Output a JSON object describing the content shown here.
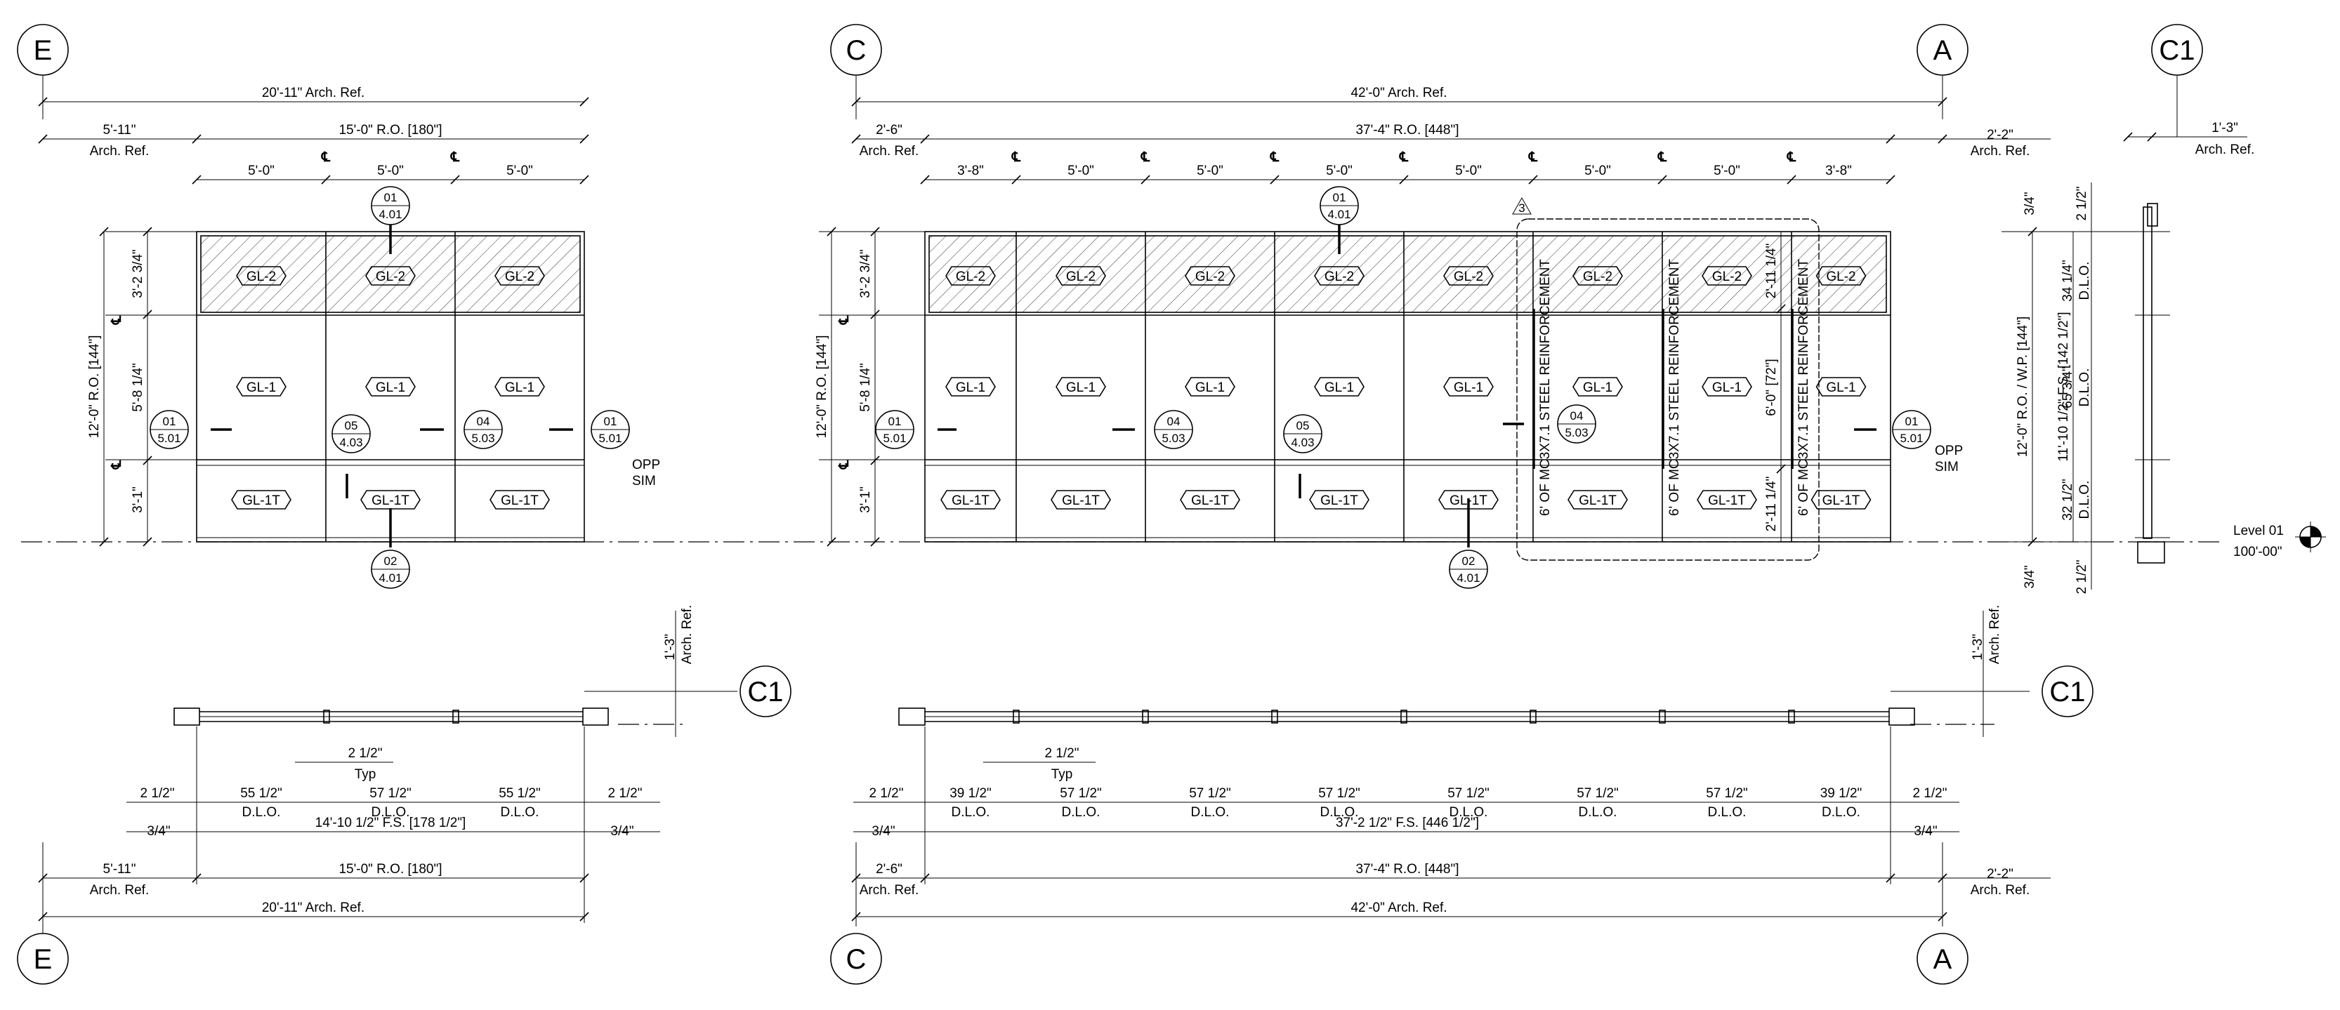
{
  "grids": {
    "E": "E",
    "C": "C",
    "A": "A",
    "C1": "C1"
  },
  "level": {
    "name": "Level 01",
    "elev": "100'-00\""
  },
  "left_elev": {
    "arch_total": "20'-11\" Arch. Ref.",
    "ro": "15'-0\" R.O. [180\"]",
    "left_ref_dim": "5'-11\"",
    "left_ref_label": "Arch. Ref.",
    "bays": [
      "5'-0\"",
      "5'-0\"",
      "5'-0\""
    ],
    "vert_total": "12'-0\" R.O. [144\"]",
    "vert_dims": [
      "3'-2 3/4\"",
      "5'-8 1/4\"",
      "3'-1\""
    ],
    "glass_top": [
      "GL-2",
      "GL-2",
      "GL-2"
    ],
    "glass_mid": [
      "GL-1",
      "GL-1",
      "GL-1"
    ],
    "glass_bot": [
      "GL-1T",
      "GL-1T",
      "GL-1T"
    ],
    "tags": {
      "t1": [
        "01",
        "4.01"
      ],
      "t2": [
        "01",
        "5.01"
      ],
      "t3": [
        "05",
        "4.03"
      ],
      "t4": [
        "04",
        "5.03"
      ],
      "t5": [
        "01",
        "5.01"
      ],
      "t6": [
        "02",
        "4.01"
      ]
    },
    "opp": "OPP",
    "sim": "SIM"
  },
  "right_elev": {
    "arch_total": "42'-0\" Arch. Ref.",
    "ro": "37'-4\" R.O. [448\"]",
    "left_ref_dim": "2'-6\"",
    "left_ref_label": "Arch. Ref.",
    "right_ref_dim": "2'-2\"",
    "right_ref_label": "Arch. Ref.",
    "bays": [
      "3'-8\"",
      "5'-0\"",
      "5'-0\"",
      "5'-0\"",
      "5'-0\"",
      "5'-0\"",
      "5'-0\"",
      "3'-8\""
    ],
    "vert_total": "12'-0\" R.O. [144\"]",
    "vert_dims": [
      "3'-2 3/4\"",
      "5'-8 1/4\"",
      "3'-1\""
    ],
    "glass_top": [
      "GL-2",
      "GL-2",
      "GL-2",
      "GL-2",
      "GL-2",
      "GL-2",
      "GL-2",
      "GL-2"
    ],
    "glass_mid": [
      "GL-1",
      "GL-1",
      "GL-1",
      "GL-1",
      "GL-1",
      "GL-1",
      "GL-1",
      "GL-1"
    ],
    "glass_bot": [
      "GL-1T",
      "GL-1T",
      "GL-1T",
      "GL-1T",
      "GL-1T",
      "GL-1T",
      "GL-1T",
      "GL-1T"
    ],
    "reinf": "6' OF MC3X7.1 STEEL REINFORCEMENT",
    "rev_dims": [
      "2'-11 1/4\"",
      "6'-0\" [72\"]",
      "2'-11 1/4\""
    ],
    "rev_mark": "3",
    "tags": {
      "t1": [
        "01",
        "4.01"
      ],
      "t2": [
        "01",
        "5.01"
      ],
      "t3": [
        "04",
        "5.03"
      ],
      "t4": [
        "05",
        "4.03"
      ],
      "t5": [
        "04",
        "5.03"
      ],
      "t6": [
        "01",
        "5.01"
      ],
      "t7": [
        "02",
        "4.01"
      ]
    },
    "opp": "OPP",
    "sim": "SIM"
  },
  "section": {
    "top_ref": "1'-3\"",
    "top_ref_label": "Arch. Ref.",
    "dims": [
      "3/4\"",
      "2 1/2\"",
      "34 1/4\"",
      "D.L.O.",
      "65 3/4\"",
      "D.L.O.",
      "32 1/2\"",
      "D.L.O.",
      "3/4\"",
      "2 1/2\""
    ],
    "ro_wp": "12'-0\" R.O. / W.P. [144\"]",
    "fs": "11'-10 1/2\" F.S. [142 1/2\"]"
  },
  "left_plan": {
    "ref": "1'-3\"",
    "ref_label": "Arch. Ref.",
    "mullion": "2 1/2\"",
    "typ": "Typ",
    "edge": "2 1/2\"",
    "dlo": [
      "55 1/2\"",
      "57 1/2\"",
      "55 1/2\""
    ],
    "dlo_label": "D.L.O.",
    "small": "3/4\"",
    "fs": "14'-10 1/2\" F.S. [178 1/2\"]",
    "left_ref_dim": "5'-11\"",
    "left_ref_label": "Arch. Ref.",
    "ro": "15'-0\" R.O. [180\"]",
    "arch_total": "20'-11\" Arch. Ref."
  },
  "right_plan": {
    "ref": "1'-3\"",
    "ref_label": "Arch. Ref.",
    "mullion": "2 1/2\"",
    "typ": "Typ",
    "edge": "2 1/2\"",
    "dlo": [
      "39 1/2\"",
      "57 1/2\"",
      "57 1/2\"",
      "57 1/2\"",
      "57 1/2\"",
      "57 1/2\"",
      "57 1/2\"",
      "39 1/2\""
    ],
    "dlo_label": "D.L.O.",
    "small": "3/4\"",
    "fs": "37'-2 1/2\" F.S. [446 1/2\"]",
    "left_ref_dim": "2'-6\"",
    "left_ref_label": "Arch. Ref.",
    "right_ref_dim": "2'-2\"",
    "right_ref_label": "Arch. Ref.",
    "ro": "37'-4\" R.O. [448\"]",
    "arch_total": "42'-0\" Arch. Ref."
  }
}
